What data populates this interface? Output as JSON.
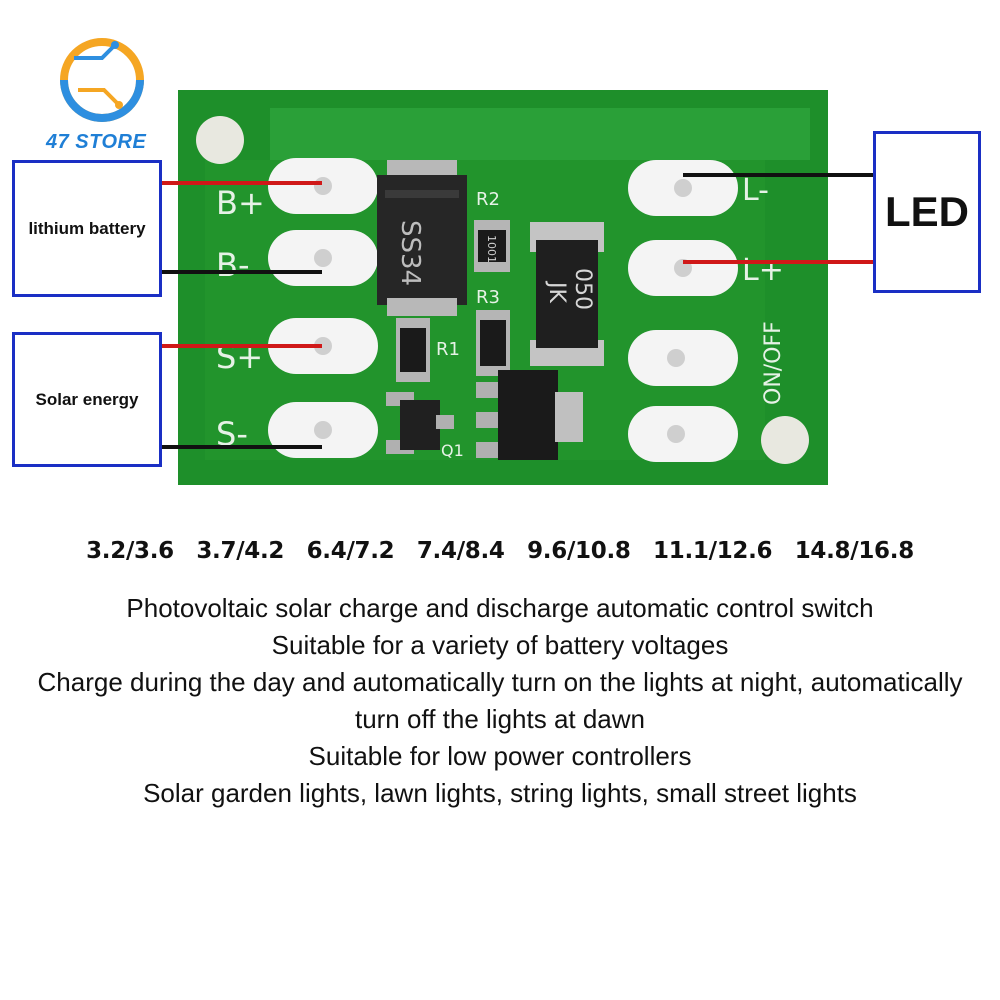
{
  "brand": {
    "name": "47 STORE"
  },
  "board": {
    "pins_left": [
      "B+",
      "B-",
      "S+",
      "S-"
    ],
    "pins_right": [
      "L-",
      "L+"
    ],
    "switch_label": "ON/OFF",
    "diode_marking": "SS34",
    "resistor_labels": [
      "R2",
      "R3",
      "R1"
    ],
    "transistor_label": "Q1",
    "component_jk": "JK",
    "component_050": "050",
    "smd_r2_code": "1001",
    "colors": {
      "pcb": "#1e8f2a",
      "wire_red": "#d01818",
      "wire_black": "#111111",
      "box_border": "#1a2fc4"
    }
  },
  "callouts": {
    "battery": "lithium battery",
    "solar": "Solar energy",
    "led": "LED"
  },
  "voltages": [
    "3.2/3.6",
    "3.7/4.2",
    "6.4/7.2",
    "7.4/8.4",
    "9.6/10.8",
    "11.1/12.6",
    "14.8/16.8"
  ],
  "description": [
    "Photovoltaic solar charge and discharge automatic control switch",
    "Suitable for a variety of battery voltages",
    "Charge during the day and automatically turn on the lights at night, automatically",
    "turn off the lights at dawn",
    "Suitable for low power controllers",
    "Solar garden lights, lawn lights, string lights, small street lights"
  ]
}
